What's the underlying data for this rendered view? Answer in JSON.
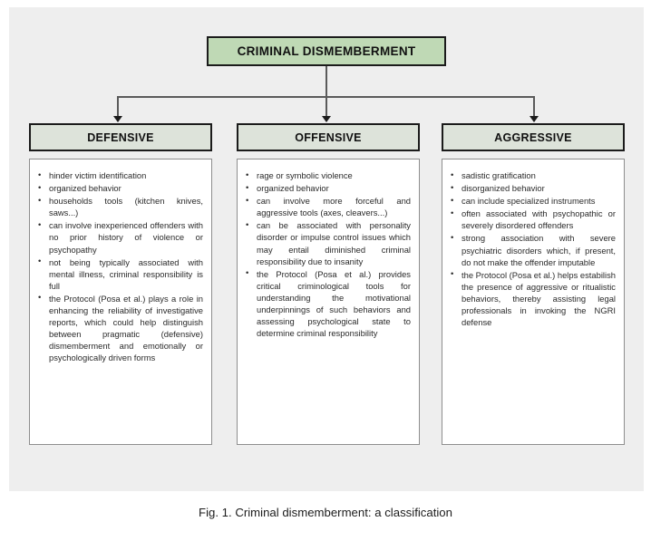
{
  "figure": {
    "root": {
      "label": "CRIMINAL DISMEMBERMENT",
      "fill_color": "#bfd9b5",
      "border_color": "#1b1b1b"
    },
    "panel_background": "#eeeeee",
    "connector_color": "#5a5a5a",
    "columns": [
      {
        "title": "DEFENSIVE",
        "header_fill": "#dde3da",
        "items": [
          "hinder victim identification",
          "organized behavior",
          "households tools (kitchen knives, saws...)",
          "can involve inexperienced offenders with no prior history of violence or psychopathy",
          "not being typically associated with mental illness, criminal responsibility is full",
          "the Protocol (Posa et al.) plays a role in enhancing the reliability of investigative reports, which could help distinguish between pragmatic (defensive) dismemberment and emotionally or psychologically driven forms"
        ]
      },
      {
        "title": "OFFENSIVE",
        "header_fill": "#dde3da",
        "items": [
          "rage or symbolic violence",
          "organized behavior",
          "can involve more forceful and aggressive tools (axes, cleavers...)",
          "can be associated with personality disorder or impulse control issues which may entail diminished criminal responsibility due to insanity",
          "the Protocol (Posa et al.) provides critical criminological tools for understanding the motivational underpinnings of such behaviors and assessing psychological state to determine criminal responsibility"
        ]
      },
      {
        "title": "AGGRESSIVE",
        "header_fill": "#dde3da",
        "items": [
          "sadistic gratification",
          "disorganized behavior",
          "can include specialized instruments",
          "often associated with psychopathic or severely disordered offenders",
          "strong association with severe psychiatric disorders which, if present, do not make the offender imputable",
          "the Protocol (Posa et al.) helps estabilish the presence of aggressive or ritualistic behaviors, thereby assisting legal professionals in invoking the NGRI defense"
        ]
      }
    ],
    "caption": "Fig. 1. Criminal dismemberment: a classification"
  }
}
